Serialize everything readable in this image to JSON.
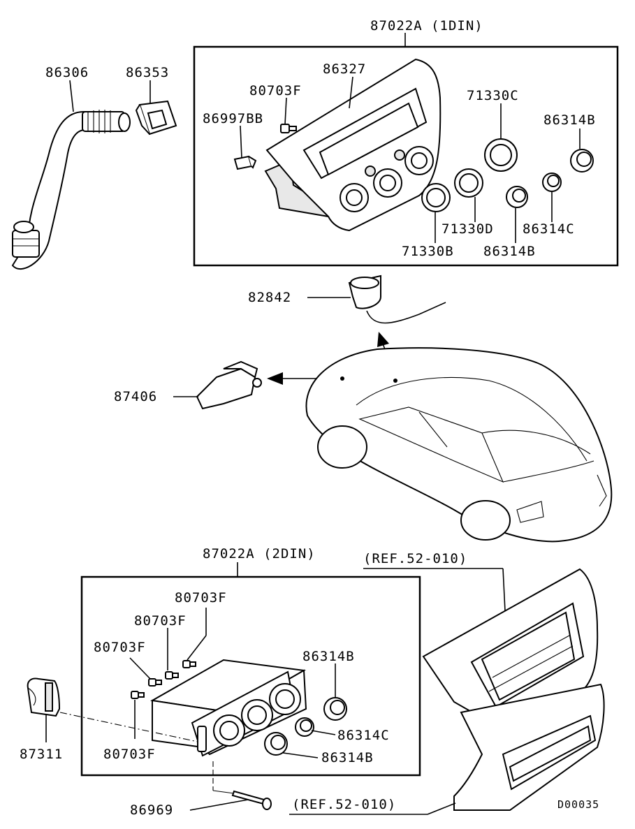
{
  "groups": {
    "din1_title": "87022A (1DIN)",
    "din2_title": "87022A (2DIN)"
  },
  "labels": {
    "p86306": "86306",
    "p86353": "86353",
    "p86327": "86327",
    "p80703F_top": "80703F",
    "p86997BB": "86997BB",
    "p71330C": "71330C",
    "p86314B_top": "86314B",
    "p71330D": "71330D",
    "p86314C_top": "86314C",
    "p71330B": "71330B",
    "p86314B_mid": "86314B",
    "p82842": "82842",
    "p87406": "87406",
    "p80703F_a": "80703F",
    "p80703F_b": "80703F",
    "p80703F_c": "80703F",
    "p80703F_d": "80703F",
    "p86314B_b1": "86314B",
    "p86314C_b": "86314C",
    "p86314B_b2": "86314B",
    "p87311": "87311",
    "p86969": "86969"
  },
  "references": {
    "ref_top": "(REF.52-010)",
    "ref_bottom": "(REF.52-010)"
  },
  "diagram_code": "D00035"
}
